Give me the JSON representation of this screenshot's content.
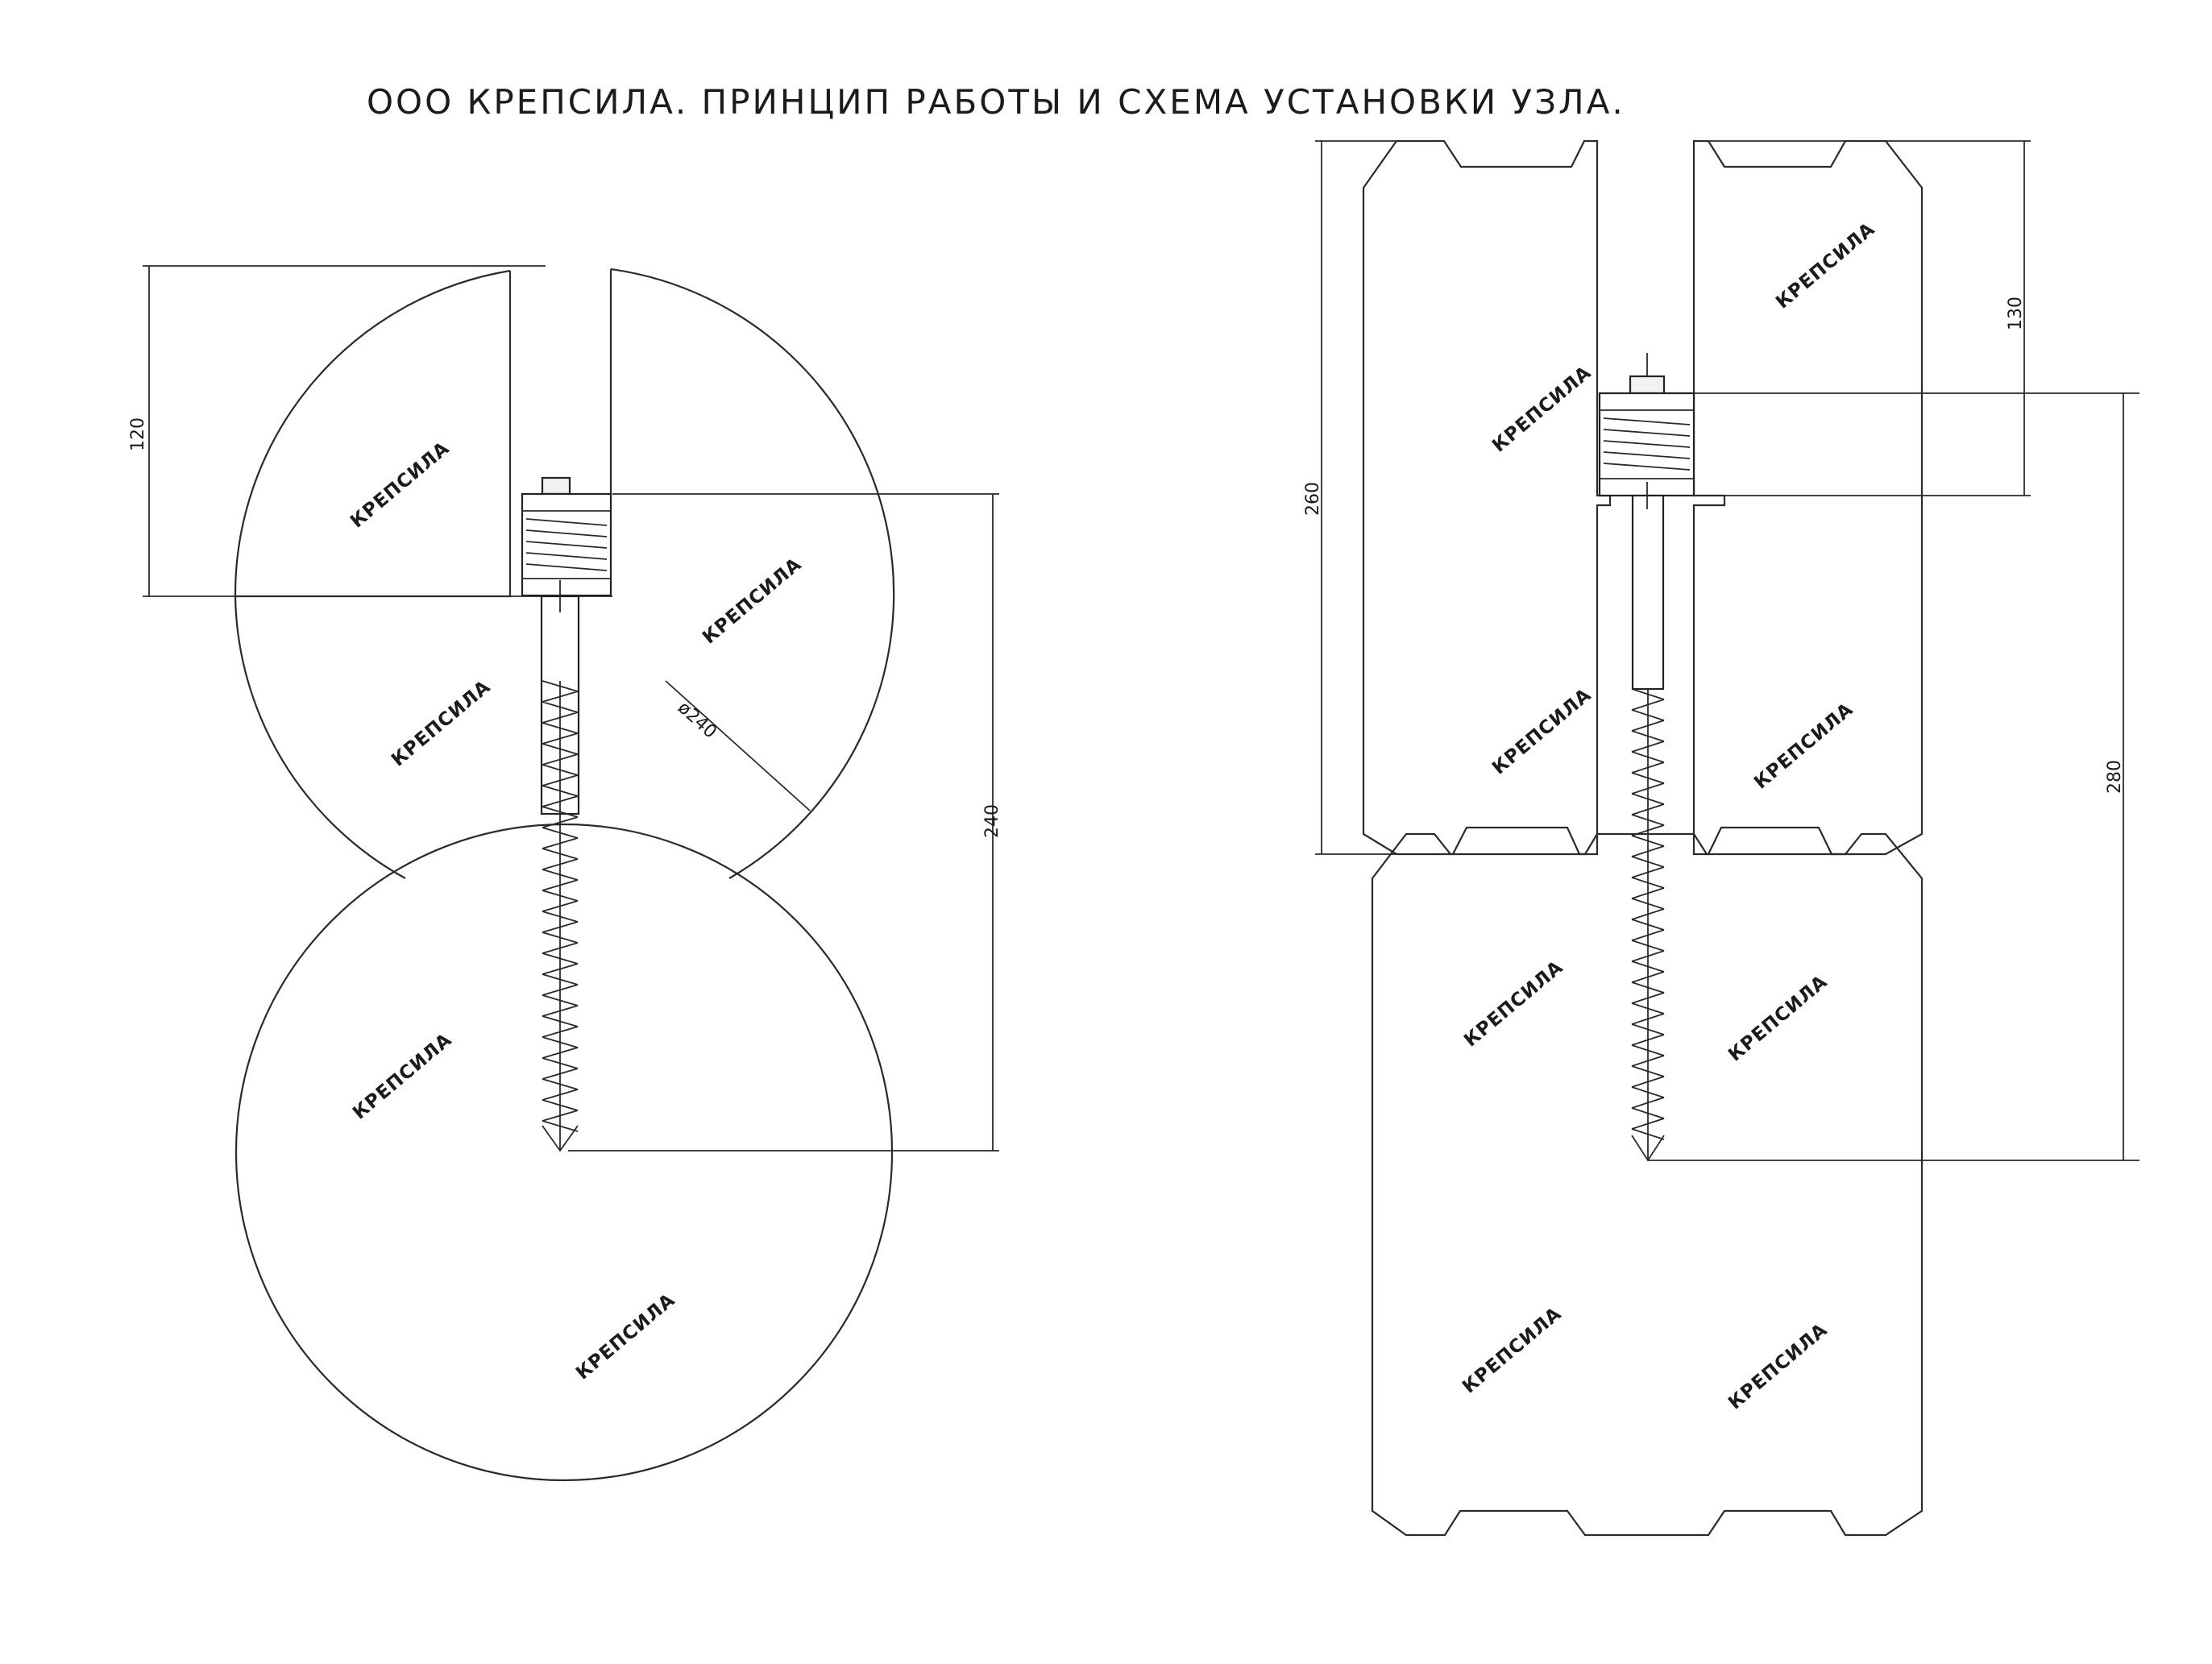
{
  "title": "ООО КРЕПСИЛА. ПРИНЦИП РАБОТЫ И СХЕМА УСТАНОВКИ УЗЛА.",
  "stamp_text": "КРЕПСИЛА",
  "round_log_view": {
    "dimensions": {
      "cut_depth": "120",
      "diameter": "ø240",
      "screw_length": "240"
    }
  },
  "profiled_beam_view": {
    "dimensions": {
      "beam_height": "260",
      "cut_depth": "130",
      "screw_length": "280"
    }
  },
  "colors": {
    "line": "#2a2a2a",
    "text": "#1b1b1b",
    "paper": "#ffffff"
  }
}
